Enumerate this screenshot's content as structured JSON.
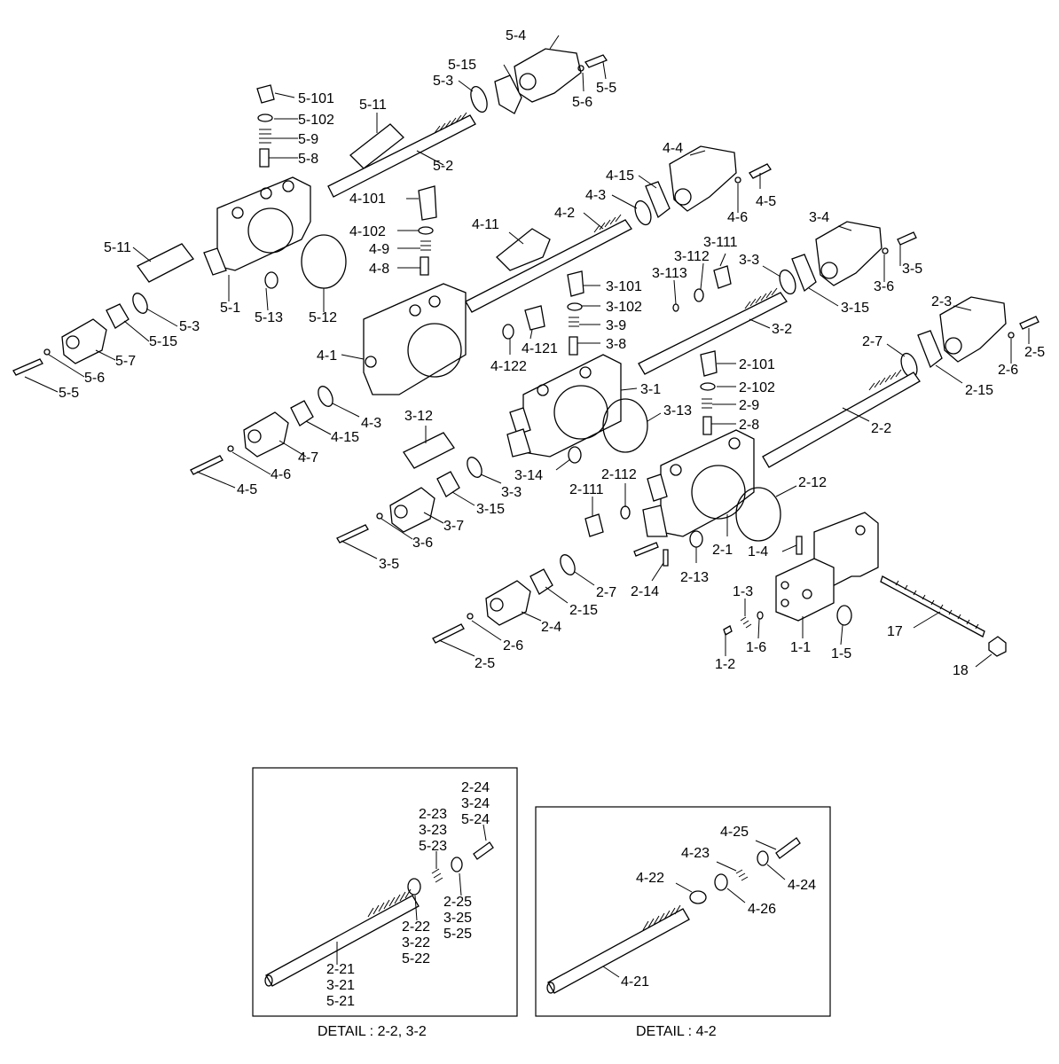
{
  "callouts": {
    "c5_4": "5-4",
    "c5_15": "5-15",
    "c5_3a": "5-3",
    "c5_5a": "5-5",
    "c5_6a": "5-6",
    "c5_101": "5-101",
    "c5_102": "5-102",
    "c5_9": "5-9",
    "c5_8": "5-8",
    "c5_11a": "5-11",
    "c5_2": "5-2",
    "c5_11b": "5-11",
    "c5_1": "5-1",
    "c5_13": "5-13",
    "c5_12": "5-12",
    "c5_3b": "5-3",
    "c5_15b": "5-15",
    "c5_7": "5-7",
    "c5_6b": "5-6",
    "c5_5b": "5-5",
    "c4_4": "4-4",
    "c4_15a": "4-15",
    "c4_3a": "4-3",
    "c4_5a": "4-5",
    "c4_6a": "4-6",
    "c4_101": "4-101",
    "c4_102": "4-102",
    "c4_9": "4-9",
    "c4_8": "4-8",
    "c4_11": "4-11",
    "c4_2": "4-2",
    "c4_1": "4-1",
    "c4_121": "4-121",
    "c4_122": "4-122",
    "c4_3b": "4-3",
    "c4_15b": "4-15",
    "c4_7": "4-7",
    "c4_6b": "4-6",
    "c4_5b": "4-5",
    "c3_4": "3-4",
    "c3_111": "3-111",
    "c3_112": "3-112",
    "c3_113": "3-113",
    "c3_3a": "3-3",
    "c3_5a": "3-5",
    "c3_6a": "3-6",
    "c3_15a": "3-15",
    "c3_101": "3-101",
    "c3_102": "3-102",
    "c3_9": "3-9",
    "c3_8": "3-8",
    "c3_2": "3-2",
    "c3_1": "3-1",
    "c3_13": "3-13",
    "c3_12": "3-12",
    "c3_14": "3-14",
    "c3_3b": "3-3",
    "c3_15b": "3-15",
    "c3_7": "3-7",
    "c3_6b": "3-6",
    "c3_5b": "3-5",
    "c2_3": "2-3",
    "c2_7a": "2-7",
    "c2_5a": "2-5",
    "c2_6a": "2-6",
    "c2_15a": "2-15",
    "c2_101": "2-101",
    "c2_102": "2-102",
    "c2_9": "2-9",
    "c2_8": "2-8",
    "c2_2": "2-2",
    "c2_112": "2-112",
    "c2_111": "2-111",
    "c2_12": "2-12",
    "c2_1": "2-1",
    "c2_13": "2-13",
    "c2_14": "2-14",
    "c2_7b": "2-7",
    "c2_15b": "2-15",
    "c2_4": "2-4",
    "c2_6b": "2-6",
    "c2_5b": "2-5",
    "c1_4": "1-4",
    "c1_3": "1-3",
    "c1_6": "1-6",
    "c1_1": "1-1",
    "c1_5": "1-5",
    "c1_2": "1-2",
    "c17": "17",
    "c18": "18"
  },
  "detail_a": {
    "caption": "DETAIL : 2-2, 3-2",
    "l24": [
      "2-24",
      "3-24",
      "5-24"
    ],
    "l23": [
      "2-23",
      "3-23",
      "5-23"
    ],
    "l25": [
      "2-25",
      "3-25",
      "5-25"
    ],
    "l22": [
      "2-22",
      "3-22",
      "5-22"
    ],
    "l21": [
      "2-21",
      "3-21",
      "5-21"
    ]
  },
  "detail_b": {
    "caption": "DETAIL : 4-2",
    "l25": "4-25",
    "l23": "4-23",
    "l22": "4-22",
    "l24": "4-24",
    "l26": "4-26",
    "l21": "4-21"
  }
}
